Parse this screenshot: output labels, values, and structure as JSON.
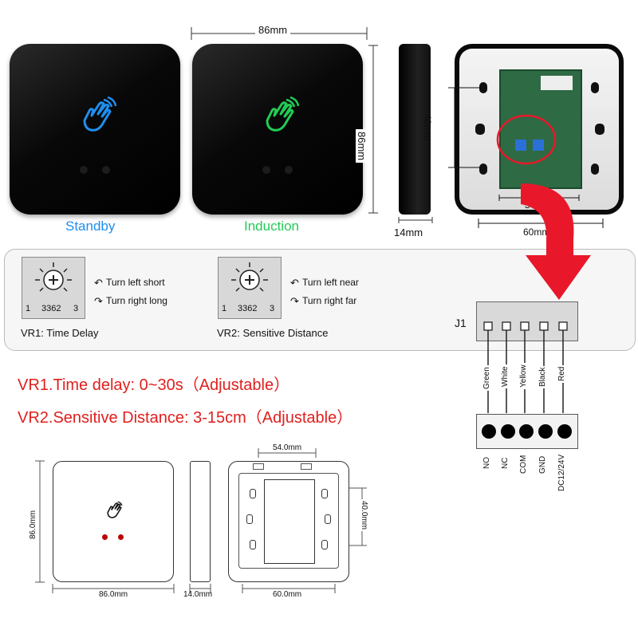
{
  "top": {
    "dim_width": "86mm",
    "dim_height": "86mm",
    "dim_depth": "14mm",
    "standby_label": "Standby",
    "induction_label": "Induction",
    "back_dim_40": "40mm",
    "back_dim_54": "54mm",
    "back_dim_60": "60mm"
  },
  "vr1": {
    "chip_left": "1",
    "chip_mid": "3362",
    "chip_right": "3",
    "left_text": "Turn left short",
    "right_text": "Turn right long",
    "caption": "VR1: Time Delay"
  },
  "vr2": {
    "chip_left": "1",
    "chip_mid": "3362",
    "chip_right": "3",
    "left_text": "Turn left near",
    "right_text": "Turn right far",
    "caption": "VR2: Sensitive Distance"
  },
  "connector": {
    "label": "J1",
    "wires": [
      "Green",
      "White",
      "Yellow",
      "Black",
      "Red"
    ],
    "terminals": [
      "NO",
      "NC",
      "COM",
      "GND",
      "DC12/24V"
    ]
  },
  "specs": {
    "line1": "VR1.Time delay: 0~30s（Adjustable）",
    "line2": "VR2.Sensitive Distance: 3-15cm（Adjustable）"
  },
  "drawing": {
    "front_width": "86.0mm",
    "front_height": "86.0mm",
    "side_depth": "14.0mm",
    "back_top": "54.0mm",
    "back_bottom": "60.0mm",
    "back_right": "40.0mm"
  },
  "colors": {
    "standby": "#1e8ff0",
    "induction": "#22cc55",
    "spec_text": "#e0201e",
    "arrow": "#e8182a"
  }
}
